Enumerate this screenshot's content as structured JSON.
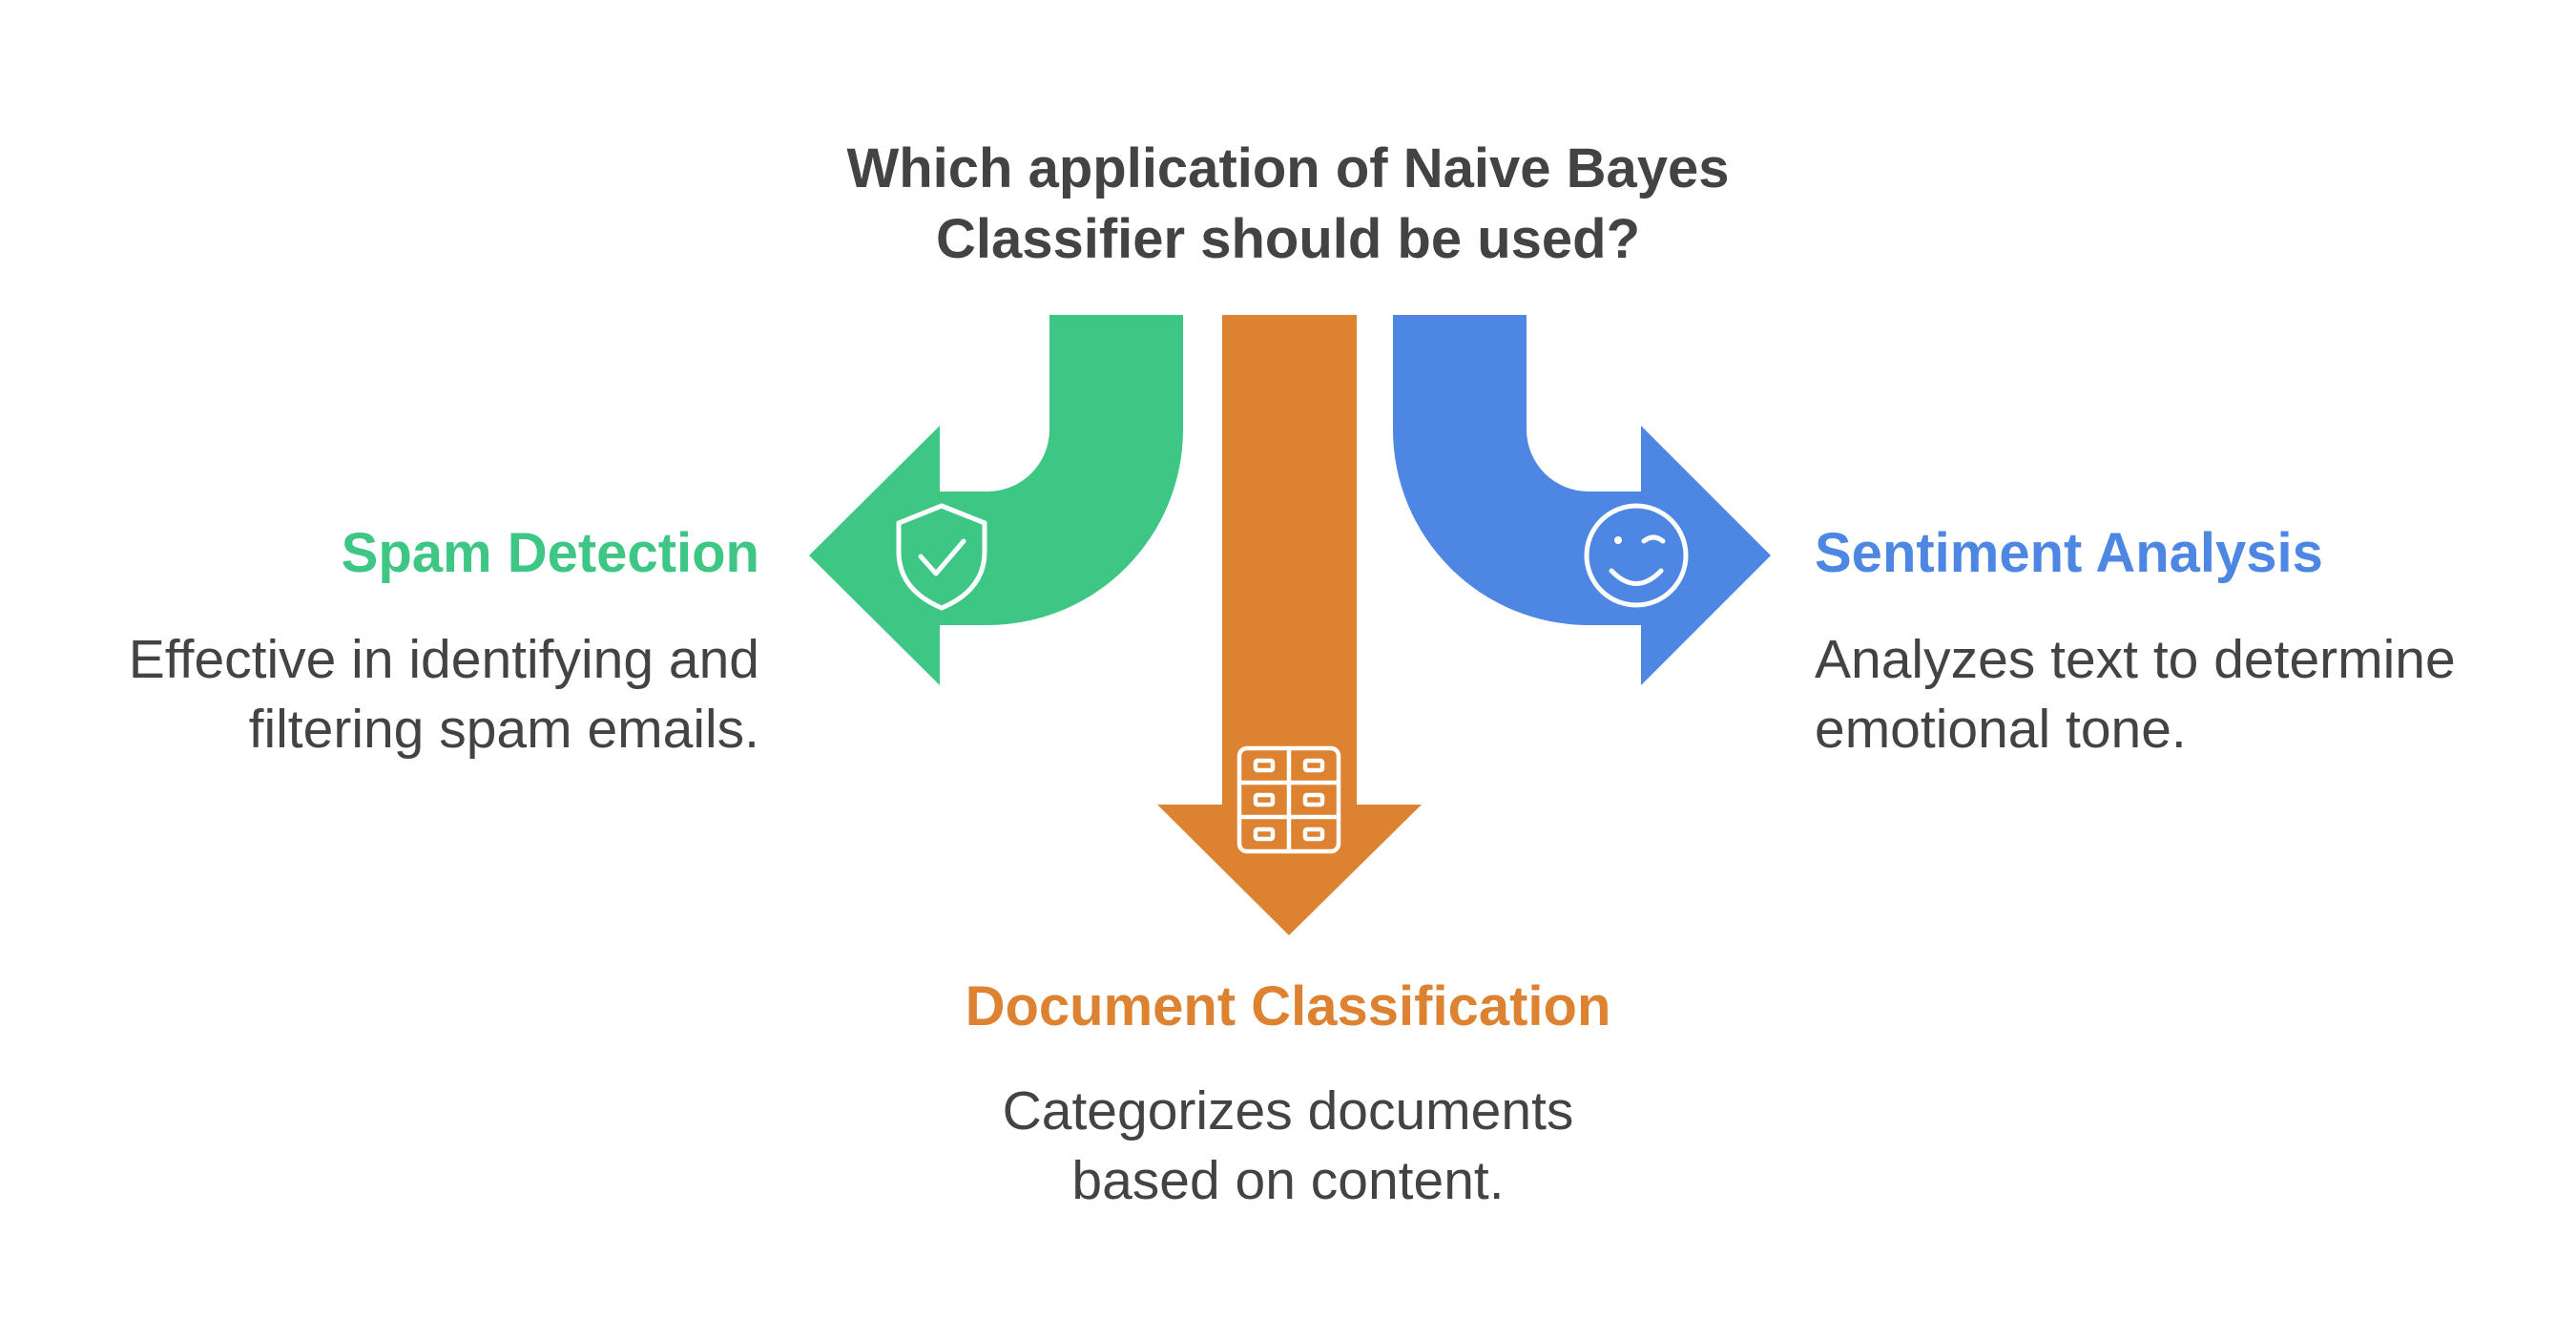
{
  "question": {
    "line1": "Which application of Naive Bayes",
    "line2": "Classifier should be used?"
  },
  "branches": {
    "spam": {
      "title": "Spam Detection",
      "desc_line1": "Effective in identifying and",
      "desc_line2": "filtering spam emails.",
      "color": "#3ec684",
      "icon": "shield-check-icon"
    },
    "document": {
      "title": "Document Classification",
      "desc_line1": "Categorizes documents",
      "desc_line2": "based on content.",
      "color": "#dd8230",
      "icon": "filing-cabinet-icon"
    },
    "sentiment": {
      "title": "Sentiment Analysis",
      "desc_line1": "Analyzes text to determine",
      "desc_line2": "emotional tone.",
      "color": "#4d87e3",
      "icon": "winking-face-icon"
    }
  },
  "text_color": "#434343"
}
